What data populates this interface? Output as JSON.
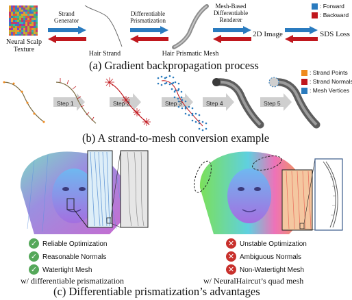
{
  "top": {
    "neural_scalp": "Neural Scalp Texture",
    "strand_generator": "Strand Generator",
    "hair_strand": "Hair Strand",
    "diff_prism": "Differentiable Prismatization",
    "hair_prism_mesh": "Hair Prismatic Mesh",
    "renderer": "Mesh-Based Differentiable Renderer",
    "image_2d": "2D Image",
    "sds_loss": "SDS Loss",
    "legend": {
      "forward": ": Forward",
      "backward": ": Backward",
      "forward_color": "#2a7bbf",
      "backward_color": "#c0171d"
    },
    "caption": "(a) Gradient backpropagation process"
  },
  "middle": {
    "steps": [
      "Step 1",
      "Step 2",
      "Step 3",
      "Step 4",
      "Step 5"
    ],
    "legend": {
      "points": ": Strand Points",
      "normals": ": Strand Normals",
      "vertices": ": Mesh Vertices",
      "points_color": "#ef8a1e",
      "normals_color": "#c0171d",
      "vertices_color": "#2b7bbd"
    },
    "caption": "(b) A strand-to-mesh conversion example"
  },
  "bottom": {
    "left": {
      "items": [
        "Reliable Optimization",
        "Reasonable Normals",
        "Watertight Mesh"
      ],
      "subtitle": "w/ differentiable prismatization"
    },
    "right": {
      "items": [
        "Unstable Optimization",
        "Ambiguous Normals",
        "Non-Watertight Mesh"
      ],
      "subtitle": "w/ NeuralHaircut’s quad mesh"
    },
    "caption": "(c) Differentiable prismatization’s advantages"
  }
}
